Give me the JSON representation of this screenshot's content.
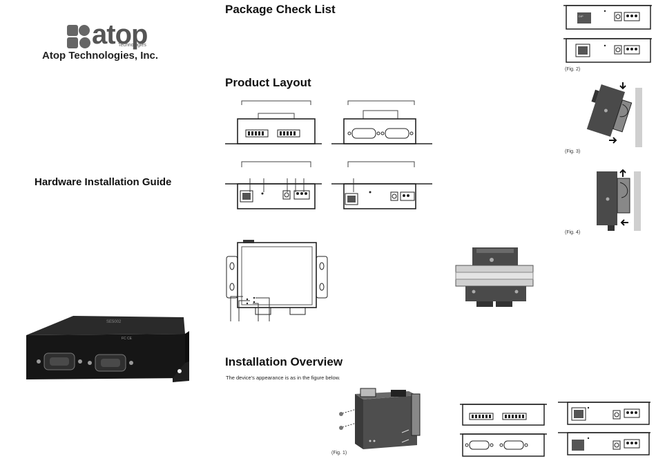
{
  "brand": {
    "logo_word": "atop",
    "logo_sub": "Technologies",
    "company": "Atop Technologies, Inc."
  },
  "cover": {
    "guide_title": "Hardware Installation Guide"
  },
  "sections": {
    "package_check_list": "Package Check List",
    "product_layout": "Product Layout",
    "installation_overview": "Installation Overview",
    "installation_intro": "The device's appearance is as in the figure below."
  },
  "device_labels": {
    "model_top": "SE5002",
    "certifications": "FC CE",
    "dip_label": "DIP"
  },
  "figures": {
    "fig1": "(Fig. 1)",
    "fig2": "(Fig. 2)",
    "fig3": "(Fig. 3)",
    "fig4": "(Fig. 4)"
  },
  "colors": {
    "ink": "#222222",
    "device_dark": "#1d1d1d",
    "rail_gray": "#c8c8c8",
    "wall_gray": "#cfcfcf"
  }
}
